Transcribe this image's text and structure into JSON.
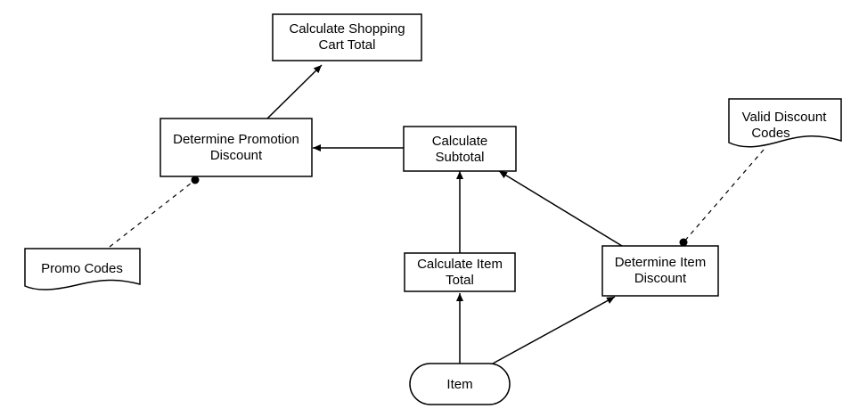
{
  "diagram": {
    "nodes": [
      {
        "id": "cart_total",
        "shape": "process",
        "lines": [
          "Calculate Shopping",
          "Cart Total"
        ]
      },
      {
        "id": "promo_discount",
        "shape": "process",
        "lines": [
          "Determine Promotion",
          "Discount"
        ]
      },
      {
        "id": "subtotal",
        "shape": "process",
        "lines": [
          "Calculate",
          "Subtotal"
        ]
      },
      {
        "id": "item_total",
        "shape": "process",
        "lines": [
          "Calculate Item",
          "Total"
        ]
      },
      {
        "id": "item_discount",
        "shape": "process",
        "lines": [
          "Determine Item",
          "Discount"
        ]
      },
      {
        "id": "item",
        "shape": "terminator",
        "lines": [
          "Item"
        ]
      },
      {
        "id": "promo_codes",
        "shape": "document",
        "lines": [
          "Promo Codes"
        ]
      },
      {
        "id": "valid_codes",
        "shape": "document",
        "lines": [
          "Valid Discount",
          "Codes"
        ]
      }
    ],
    "edges": [
      {
        "from": "promo_discount",
        "to": "cart_total",
        "style": "arrow"
      },
      {
        "from": "subtotal",
        "to": "promo_discount",
        "style": "arrow"
      },
      {
        "from": "item_total",
        "to": "subtotal",
        "style": "arrow"
      },
      {
        "from": "item_discount",
        "to": "subtotal",
        "style": "arrow"
      },
      {
        "from": "item",
        "to": "item_total",
        "style": "arrow"
      },
      {
        "from": "item",
        "to": "item_discount",
        "style": "arrow"
      },
      {
        "from": "promo_codes",
        "to": "promo_discount",
        "style": "dashed-dot"
      },
      {
        "from": "valid_codes",
        "to": "item_discount",
        "style": "dashed-dot"
      }
    ],
    "colors": {
      "stroke": "#000000",
      "fill": "#ffffff",
      "text": "#000000"
    }
  }
}
